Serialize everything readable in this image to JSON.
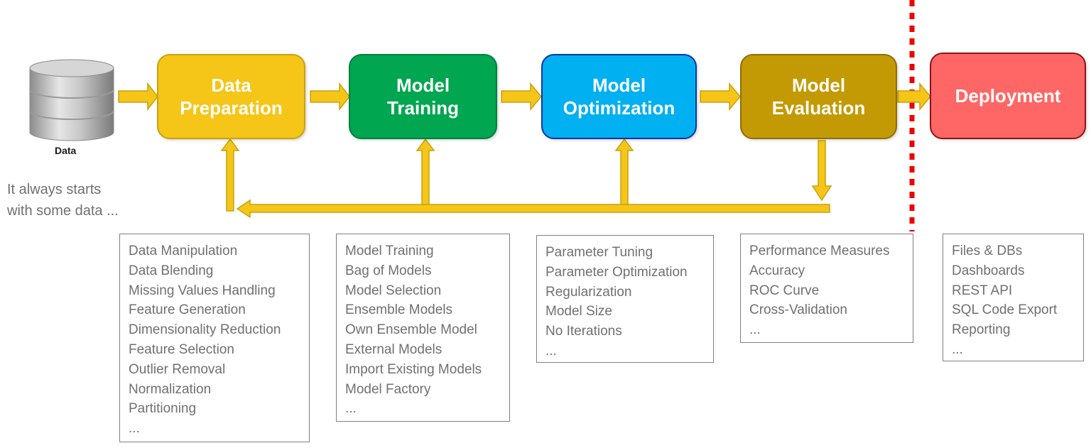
{
  "data_source": {
    "caption": "Data",
    "icon": "database-icon",
    "intro_line1": "It always starts",
    "intro_line2": "with some data ..."
  },
  "stages": [
    {
      "line1": "Data",
      "line2": "Preparation",
      "fill": "#f5c518",
      "border": "#c9a20e"
    },
    {
      "line1": "Model",
      "line2": "Training",
      "fill": "#00a650",
      "border": "#00803e"
    },
    {
      "line1": "Model",
      "line2": "Optimization",
      "fill": "#00b0f0",
      "border": "#0b35a8"
    },
    {
      "line1": "Model",
      "line2": "Evaluation",
      "fill": "#c49a04",
      "border": "#8f6f02"
    },
    {
      "line1": "Deployment",
      "line2": "",
      "fill": "#ff6666",
      "border": "#8b1515"
    }
  ],
  "notes": [
    [
      "Data Manipulation",
      "Data Blending",
      "Missing Values Handling",
      "Feature Generation",
      "Dimensionality Reduction",
      "Feature Selection",
      "Outlier Removal",
      "Normalization",
      "Partitioning",
      "..."
    ],
    [
      "Model Training",
      "Bag of Models",
      "Model Selection",
      "Ensemble Models",
      "Own Ensemble Model",
      "External Models",
      "Import Existing Models",
      "Model Factory",
      "..."
    ],
    [
      "Parameter Tuning",
      "Parameter Optimization",
      "Regularization",
      "Model Size",
      "No Iterations",
      "..."
    ],
    [
      "Performance Measures",
      "Accuracy",
      "ROC Curve",
      "Cross-Validation",
      "..."
    ],
    [
      "Files & DBs",
      "Dashboards",
      "REST API",
      "SQL Code Export",
      "Reporting",
      "..."
    ]
  ],
  "colors": {
    "arrow_fill": "#f5c518",
    "arrow_stroke": "#c9a20e",
    "divider": "#ee0000",
    "note_text": "#707070"
  }
}
